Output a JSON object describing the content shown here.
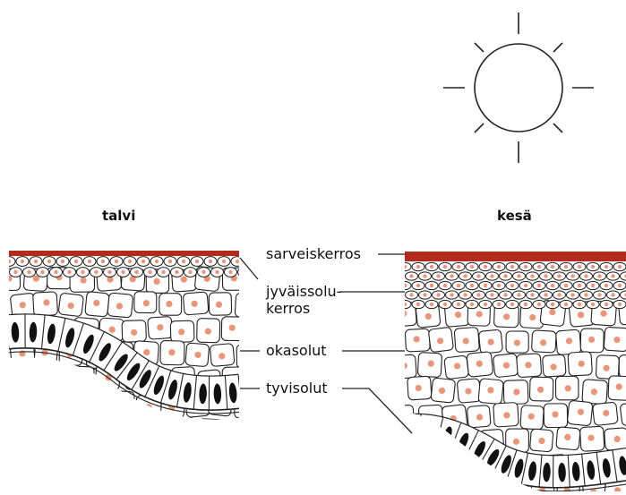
{
  "titles": {
    "winter": "talvi",
    "summer": "kesä"
  },
  "labels": {
    "stratum_corneum": "sarveiskerros",
    "stratum_granulosum_1": "jyväissolu-",
    "stratum_granulosum_2": "kerros",
    "spinous_cells": "okasolut",
    "basal_cells": "tyvisolut"
  },
  "icons": {
    "sun": "sun-icon"
  },
  "colors": {
    "stratum_corneum": "#b32a1e",
    "nucleus": "#e8957a",
    "basal_nucleus": "#111111",
    "cell_outline": "#222222"
  }
}
